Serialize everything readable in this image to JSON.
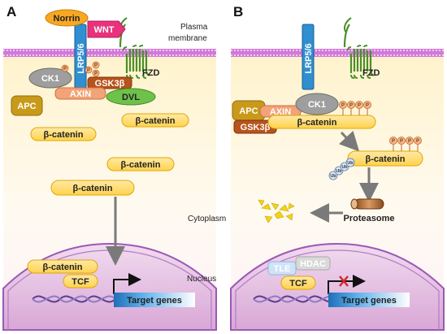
{
  "panels": {
    "a": {
      "label": "A"
    },
    "b": {
      "label": "B"
    }
  },
  "compartments": {
    "plasma_membrane": [
      "Plasma",
      "membrane"
    ],
    "cytoplasm": "Cytoplasm",
    "nucleus": "Nucleus"
  },
  "molecules": {
    "norrin": "Norrin",
    "wnt": "WNT",
    "lrp": "LRP5/6",
    "fzd": "FZD",
    "ck1": "CK1",
    "gsk3b": "GSK3β",
    "axin": "AXIN",
    "dvl": "DVL",
    "apc": "APC",
    "beta_catenin": "β-catenin",
    "tcf": "TCF",
    "tle": "TLE",
    "hdac": "HDAC",
    "proteasome": "Proteasome",
    "target_genes": "Target genes",
    "p": "P",
    "ub": "Ub"
  },
  "colors": {
    "membrane_pink": "#d27ad8",
    "cytoplasm_top": "#fff3cc",
    "nucleus_fill": "#eac6e8",
    "catenin_fill": "#ffd966",
    "catenin_stroke": "#e0a800",
    "lrp_blue": "#2f8fd0",
    "fzd_green": "#4a8f2a",
    "wnt_pink": "#e8327c",
    "norrin_orange": "#f7a823",
    "gsk_brown": "#b7531c",
    "axin_salmon": "#f2a378",
    "dvl_green": "#6ec24a",
    "apc_gold": "#c99a1a",
    "ck1_gray": "#9e9e9e",
    "target_blue": "#2f8fd0"
  }
}
